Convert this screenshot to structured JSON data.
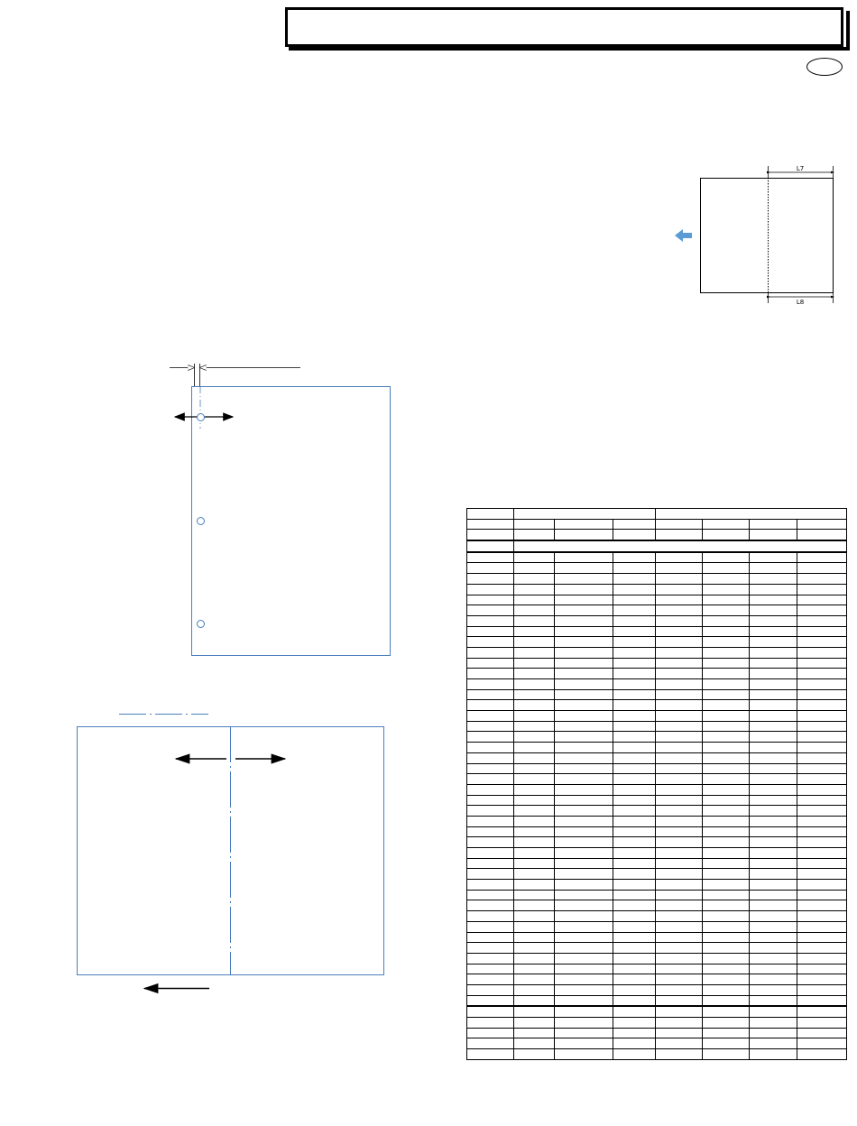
{
  "header": {
    "title": ""
  },
  "page_badge": {
    "text": ""
  },
  "diagram_top_right": {
    "dim_top_label": "L7",
    "dim_bottom_label": "L8",
    "direction_arrow_color": "#5b9bd5"
  },
  "diagram_punch": {
    "line_color": "#4a7ebb",
    "hole_count": 3
  },
  "diagram_fold": {
    "line_color": "#4a7ebb"
  },
  "spec_table": {
    "columns": 8,
    "header_rows": [
      [
        "",
        "",
        "",
        ""
      ],
      [
        "",
        "",
        "",
        "",
        "",
        "",
        "",
        ""
      ],
      [
        "",
        "",
        "",
        "",
        "",
        "",
        "",
        ""
      ],
      [
        "",
        ""
      ]
    ],
    "body_row_count": 48
  }
}
